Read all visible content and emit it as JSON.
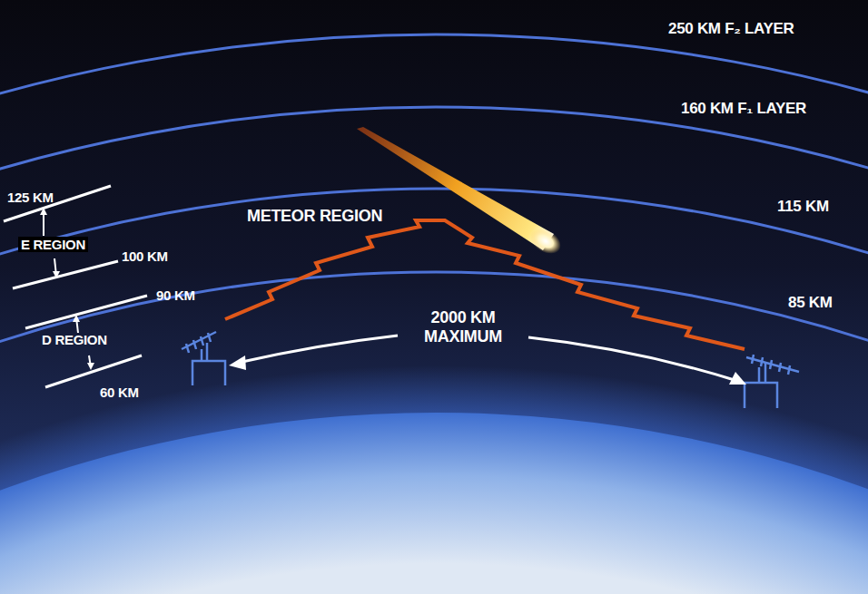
{
  "diagram": {
    "labels": [
      "250 KM F₂ LAYER",
      "160 KM F₁ LAYER",
      "115 KM",
      "85 KM",
      "METEOR REGION",
      "2000 KM MAXIMUM",
      "125 KM",
      "E REGION",
      "100 KM",
      "90 KM",
      "D REGION",
      "60 KM"
    ]
  }
}
